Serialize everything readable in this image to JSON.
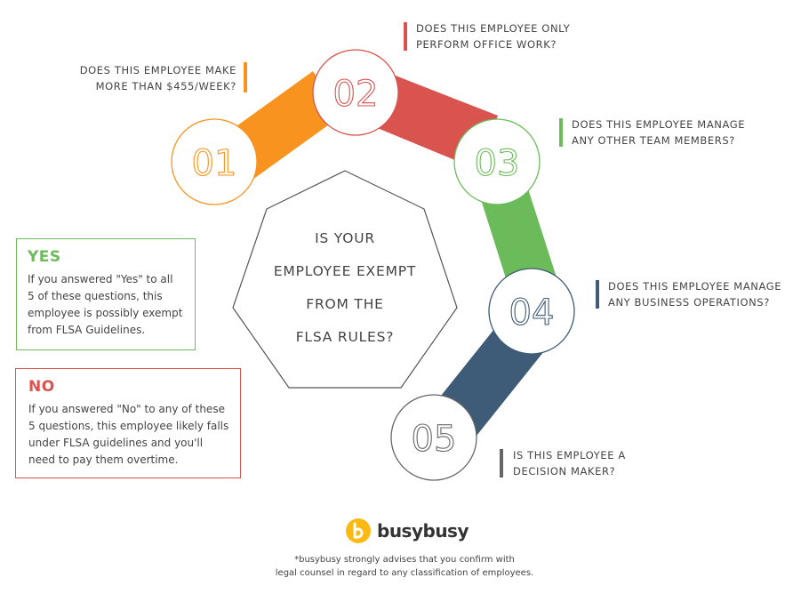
{
  "colors": {
    "orange": "#F7931E",
    "red": "#D9534F",
    "green": "#6CBB5A",
    "navy": "#3E5B78",
    "gray": "#666666",
    "yes": "#6CBB5A",
    "no": "#D9534F"
  },
  "steps": [
    {
      "number": "01",
      "color": "#F7931E"
    },
    {
      "number": "02",
      "color": "#D9534F"
    },
    {
      "number": "03",
      "color": "#6CBB5A"
    },
    {
      "number": "04",
      "color": "#3E5B78"
    },
    {
      "number": "05",
      "color": "#666666"
    }
  ],
  "questions": {
    "q1": {
      "line1": "DOES THIS EMPLOYEE MAKE",
      "line2": "MORE THAN $455/WEEK?"
    },
    "q2": {
      "line1": "DOES THIS EMPLOYEE ONLY",
      "line2": "PERFORM OFFICE WORK?"
    },
    "q3": {
      "line1": "DOES THIS EMPLOYEE MANAGE",
      "line2": "ANY OTHER TEAM MEMBERS?"
    },
    "q4": {
      "line1": "DOES THIS EMPLOYEE MANAGE",
      "line2": "ANY BUSINESS OPERATIONS?"
    },
    "q5": {
      "line1": "IS THIS EMPLOYEE A",
      "line2": "DECISION MAKER?"
    }
  },
  "center": {
    "line1": "IS YOUR",
    "line2": "EMPLOYEE EXEMPT",
    "line3": "FROM THE",
    "line4": "FLSA RULES?"
  },
  "yes_box": {
    "heading": "YES",
    "line1": "If you answered \"Yes\" to all",
    "line2": "5 of these questions, this",
    "line3": "employee is possibly exempt",
    "line4": "from FLSA Guidelines."
  },
  "no_box": {
    "heading": "NO",
    "line1": "If you answered \"No\" to any of these",
    "line2": "5 questions, this employee likely falls",
    "line3": "under FLSA guidelines and you'll",
    "line4": "need to pay them overtime."
  },
  "logo": {
    "text": "busybusy"
  },
  "disclaimer": {
    "line1": "*busybusy strongly advises that you confirm with",
    "line2": "legal counsel in regard to any classification of employees."
  }
}
